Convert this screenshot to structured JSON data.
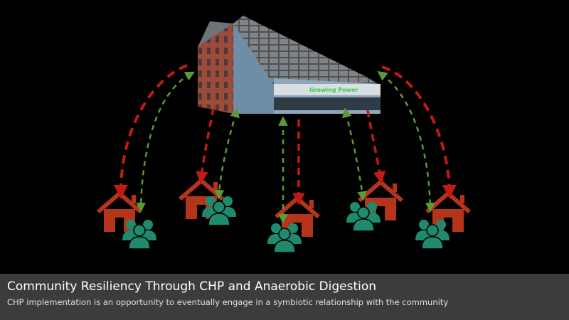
{
  "building": {
    "sign": "Growing Power"
  },
  "caption": {
    "title": "Community Resiliency Through CHP and Anaerobic Digestion",
    "subtitle": "CHP implementation is an opportunity to eventually engage in a symbiotic relationship with the community"
  },
  "colors": {
    "house": "#b5341c",
    "people": "#1f8a6e",
    "arrow_out": "#c21a14",
    "arrow_in": "#5c9a37",
    "caption_bg": "#3c3c3c"
  },
  "icons": [
    "building-image",
    "house-icon",
    "people-icon",
    "dashed-arrow"
  ]
}
